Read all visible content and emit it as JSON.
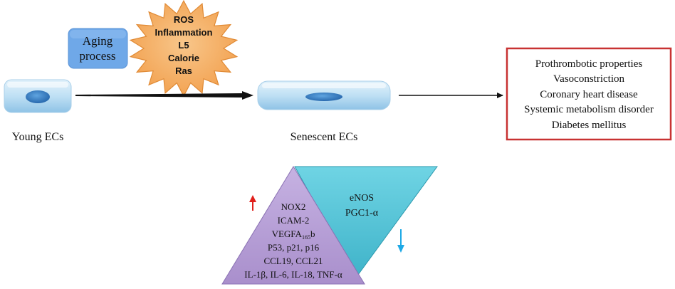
{
  "labels": {
    "aging_process_line1": "Aging",
    "aging_process_line2": "process",
    "young": "Young ECs",
    "senescent": "Senescent ECs"
  },
  "stressors": [
    "ROS",
    "Inflammation",
    "L5",
    "Calorie",
    "Ras"
  ],
  "outcomes": [
    "Prothrombotic properties",
    "Vasoconstriction",
    "Coronary heart disease",
    "Systemic metabolism disorder",
    "Diabetes mellitus"
  ],
  "upregulated": {
    "line1": "NOX2",
    "line2": "ICAM-2",
    "line3_main": "VEGFA",
    "line3_sub": "165",
    "line3_suffix": "b",
    "line4": "P53, p21, p16",
    "line5": "CCL19, CCL21",
    "line6": "IL-1β, IL-6, IL-18, TNF-α"
  },
  "downregulated": [
    "eNOS",
    "PGC1-α"
  ],
  "colors": {
    "aging_box": "#6fa8e8",
    "starburst": "#f6b36b",
    "outcome_border": "#c83232",
    "up_triangle": "#b9a3d6",
    "down_triangle": "#5ec8da",
    "up_arrow": "#e0201c",
    "down_arrow": "#1ea9e6",
    "cell_body": "#bfe0f4",
    "cell_nucleus": "#2f79c4"
  }
}
